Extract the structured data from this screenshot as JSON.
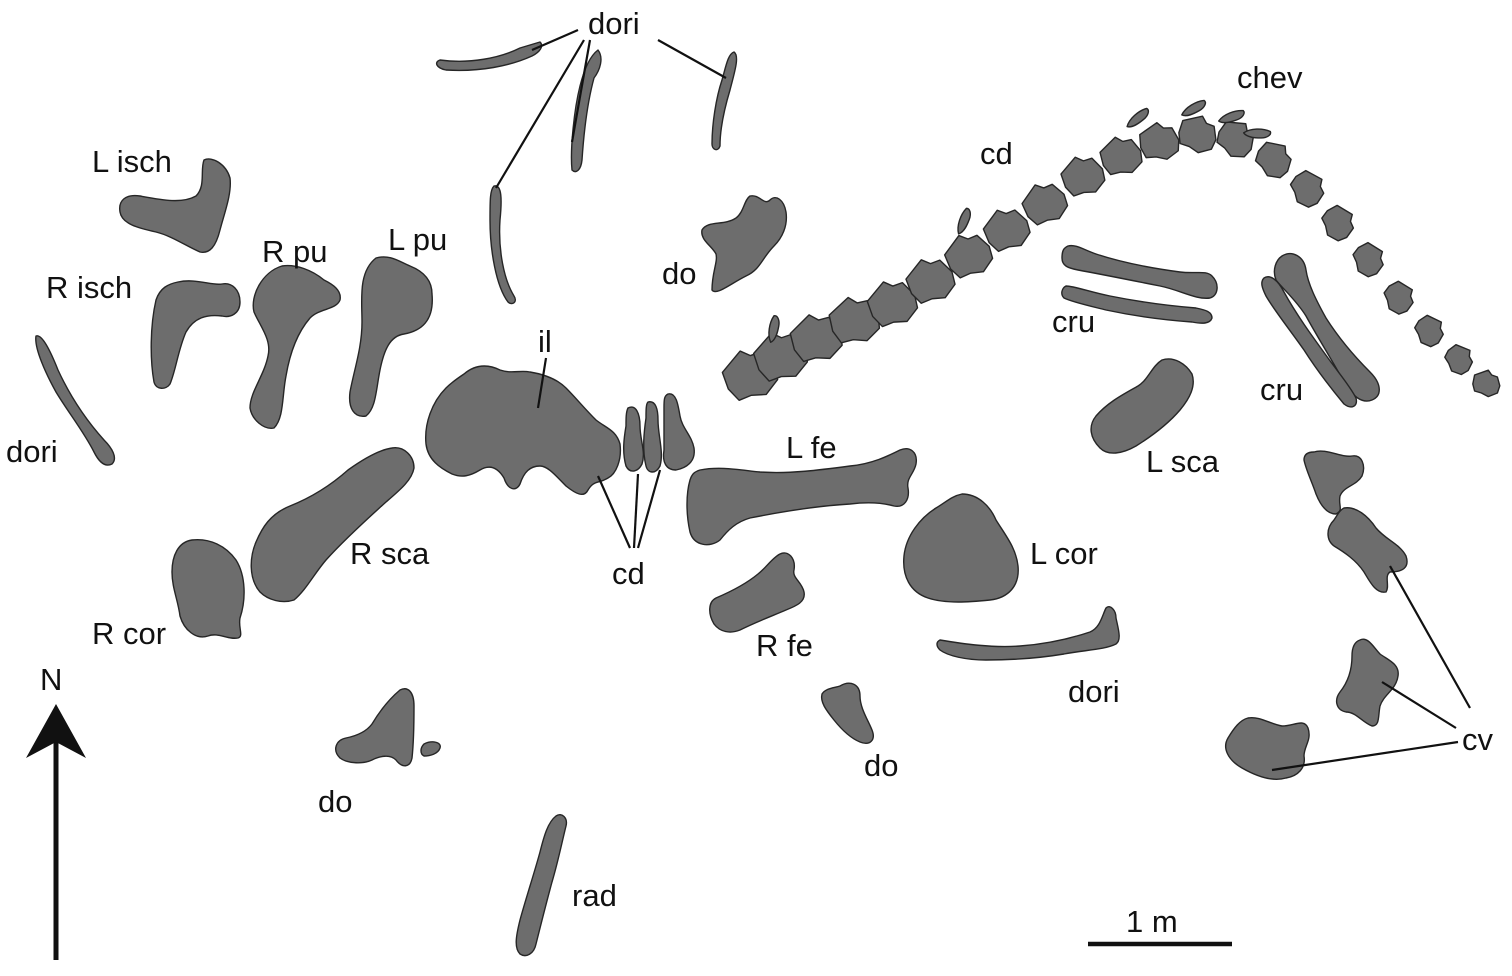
{
  "figure": {
    "background": "#ffffff",
    "bone_fill": "#6d6d6d",
    "outline_color": "#262626",
    "labels": {
      "dori_top": "dori",
      "chev": "chev",
      "l_isch": "L isch",
      "cd_tail": "cd",
      "r_pu": "R pu",
      "l_pu": "L pu",
      "r_isch": "R isch",
      "do_upper": "do",
      "il": "il",
      "cru_mid": "cru",
      "cru_right": "cru",
      "dori_left": "dori",
      "l_fe": "L fe",
      "l_sca": "L sca",
      "r_sca": "R sca",
      "cd_mid": "cd",
      "l_cor": "L cor",
      "r_cor": "R cor",
      "r_fe": "R fe",
      "dori_right": "dori",
      "north": "N",
      "cv": "cv",
      "do_right": "do",
      "do_left": "do",
      "rad": "rad",
      "scale_bar": "1 m"
    }
  }
}
